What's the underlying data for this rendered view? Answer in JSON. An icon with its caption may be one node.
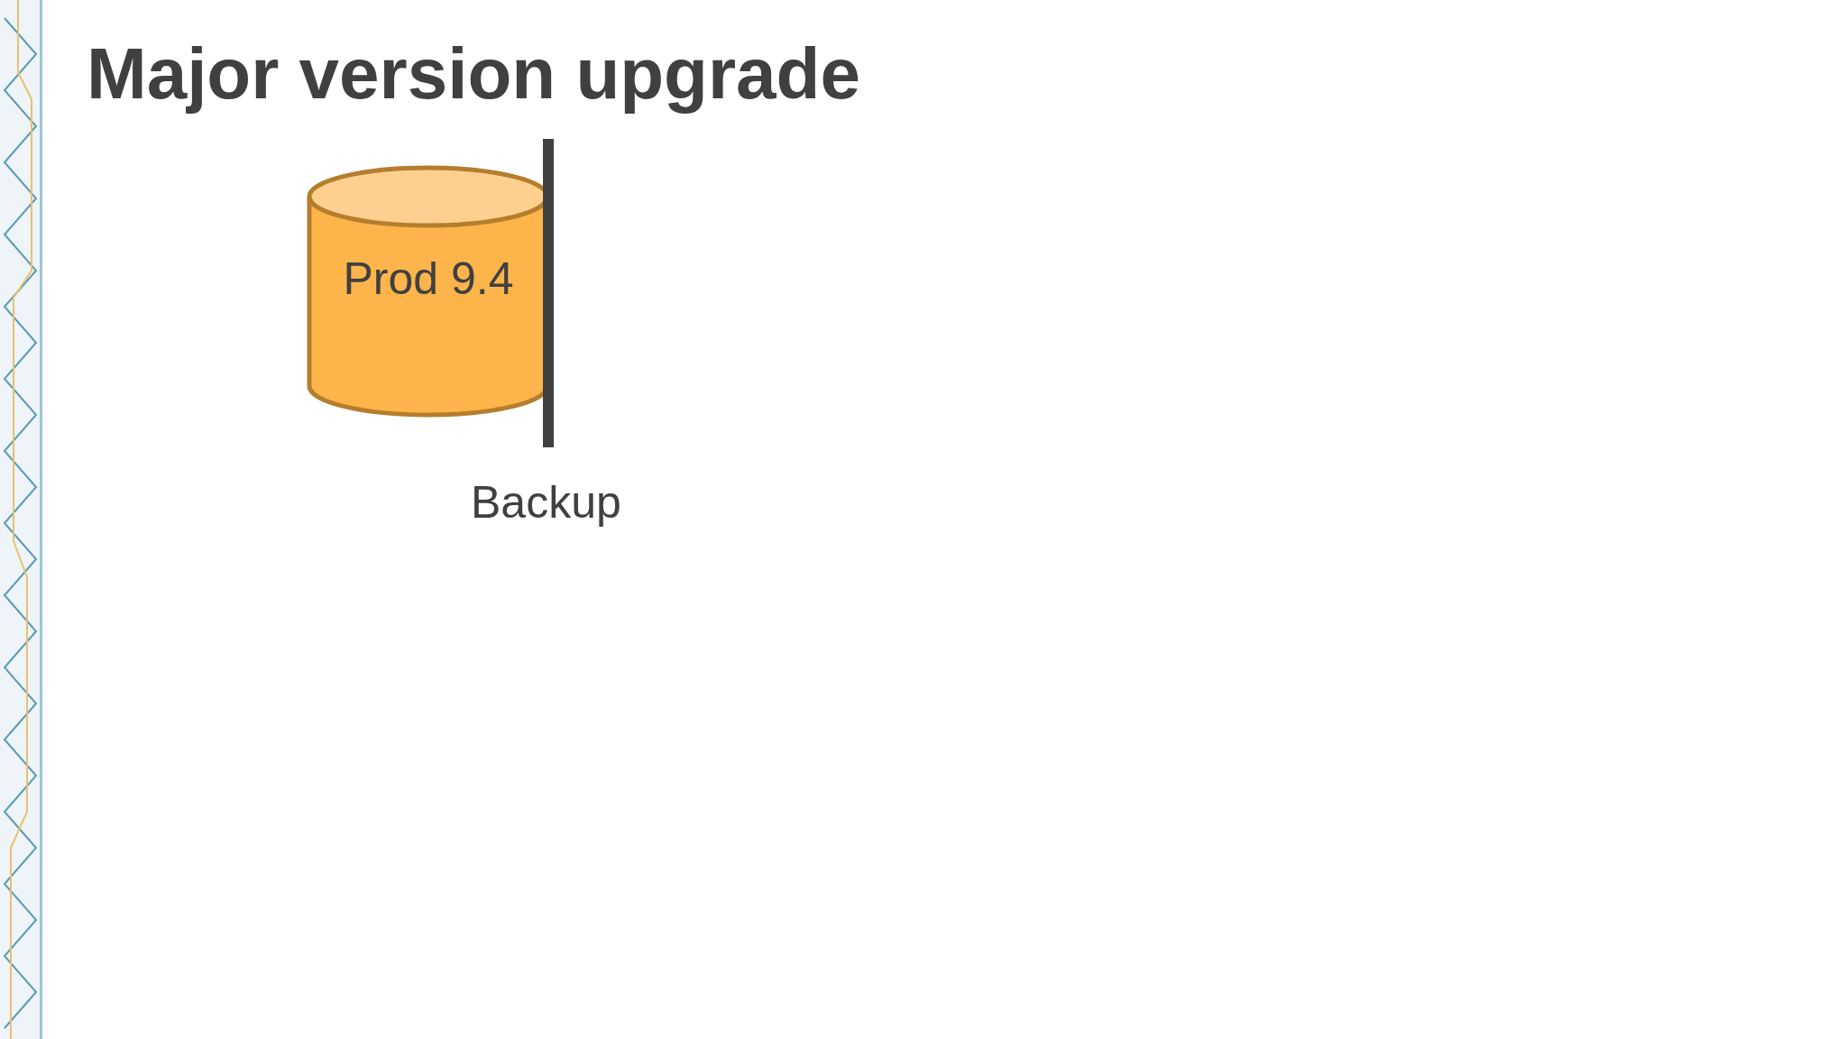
{
  "diagram": {
    "title": "Major version upgrade",
    "nodes": [
      {
        "text": [
          "Prod 9.4"
        ]
      }
    ],
    "labels": [
      "Backup"
    ]
  }
}
